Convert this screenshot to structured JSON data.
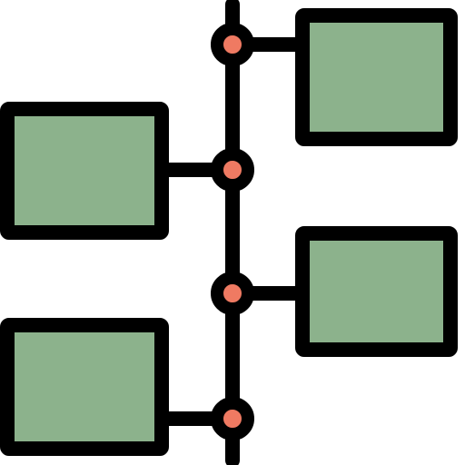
{
  "icon": {
    "name": "timeline-icon",
    "colors": {
      "stroke": "#000000",
      "box_fill": "#8CB28C",
      "node_fill": "#EF7A62",
      "background": "#FFFFFF"
    },
    "nodes": [
      {
        "side": "right",
        "label": ""
      },
      {
        "side": "left",
        "label": ""
      },
      {
        "side": "right",
        "label": ""
      },
      {
        "side": "left",
        "label": ""
      }
    ]
  }
}
